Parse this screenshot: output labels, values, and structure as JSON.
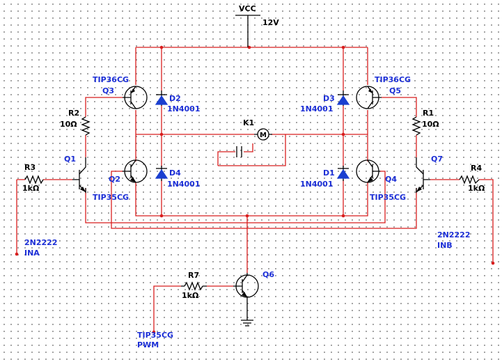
{
  "power": {
    "name": "VCC",
    "voltage": "12V"
  },
  "motor": {
    "ref": "K1",
    "symbol": "M"
  },
  "transistors": {
    "q1": {
      "ref": "Q1",
      "model": "2N2222"
    },
    "q2": {
      "ref": "Q2",
      "model": "TIP35CG"
    },
    "q3": {
      "ref": "Q3",
      "model": "TIP36CG"
    },
    "q4": {
      "ref": "Q4",
      "model": "TIP35CG"
    },
    "q5": {
      "ref": "Q5",
      "model": "TIP36CG"
    },
    "q6": {
      "ref": "Q6",
      "model": "TIP35CG"
    },
    "q7": {
      "ref": "Q7",
      "model": "2N2222"
    }
  },
  "diodes": {
    "d1": {
      "ref": "D1",
      "model": "1N4001"
    },
    "d2": {
      "ref": "D2",
      "model": "1N4001"
    },
    "d3": {
      "ref": "D3",
      "model": "1N4001"
    },
    "d4": {
      "ref": "D4",
      "model": "1N4001"
    }
  },
  "resistors": {
    "r1": {
      "ref": "R1",
      "value": "10Ω"
    },
    "r2": {
      "ref": "R2",
      "value": "10Ω"
    },
    "r3": {
      "ref": "R3",
      "value": "1kΩ"
    },
    "r4": {
      "ref": "R4",
      "value": "1kΩ"
    },
    "r7": {
      "ref": "R7",
      "value": "1kΩ"
    }
  },
  "inputs": {
    "ina": "INA",
    "inb": "INB",
    "pwm": "PWM"
  },
  "colors": {
    "wire": "#d81e1e",
    "label": "#1c2fd6",
    "component": "#000000",
    "grid": "#8a8a8a"
  }
}
